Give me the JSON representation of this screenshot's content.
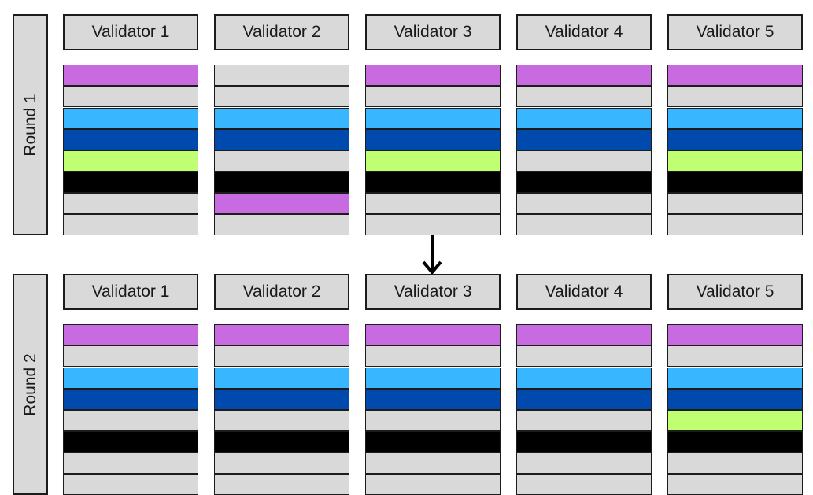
{
  "colors": {
    "empty": "#d9d9d9",
    "purple": "#c86be0",
    "light_blue": "#38b6ff",
    "dark_blue": "#004aad",
    "lime": "#c1ff72",
    "black": "#000000"
  },
  "rounds": [
    {
      "label": "Round 1",
      "validators": [
        {
          "name": "Validator 1",
          "slots": [
            "purple",
            "empty",
            "light_blue",
            "dark_blue",
            "lime",
            "black",
            "empty",
            "empty"
          ]
        },
        {
          "name": "Validator 2",
          "slots": [
            "empty",
            "empty",
            "light_blue",
            "dark_blue",
            "empty",
            "black",
            "purple",
            "empty"
          ]
        },
        {
          "name": "Validator 3",
          "slots": [
            "purple",
            "empty",
            "light_blue",
            "dark_blue",
            "lime",
            "black",
            "empty",
            "empty"
          ]
        },
        {
          "name": "Validator 4",
          "slots": [
            "purple",
            "empty",
            "light_blue",
            "dark_blue",
            "empty",
            "black",
            "empty",
            "empty"
          ]
        },
        {
          "name": "Validator 5",
          "slots": [
            "purple",
            "empty",
            "light_blue",
            "dark_blue",
            "lime",
            "black",
            "empty",
            "empty"
          ]
        }
      ]
    },
    {
      "label": "Round 2",
      "validators": [
        {
          "name": "Validator 1",
          "slots": [
            "purple",
            "empty",
            "light_blue",
            "dark_blue",
            "empty",
            "black",
            "empty",
            "empty"
          ]
        },
        {
          "name": "Validator 2",
          "slots": [
            "purple",
            "empty",
            "light_blue",
            "dark_blue",
            "empty",
            "black",
            "empty",
            "empty"
          ]
        },
        {
          "name": "Validator 3",
          "slots": [
            "purple",
            "empty",
            "light_blue",
            "dark_blue",
            "empty",
            "black",
            "empty",
            "empty"
          ]
        },
        {
          "name": "Validator 4",
          "slots": [
            "purple",
            "empty",
            "light_blue",
            "dark_blue",
            "empty",
            "black",
            "empty",
            "empty"
          ]
        },
        {
          "name": "Validator 5",
          "slots": [
            "purple",
            "empty",
            "light_blue",
            "dark_blue",
            "lime",
            "black",
            "empty",
            "empty"
          ]
        }
      ]
    }
  ]
}
